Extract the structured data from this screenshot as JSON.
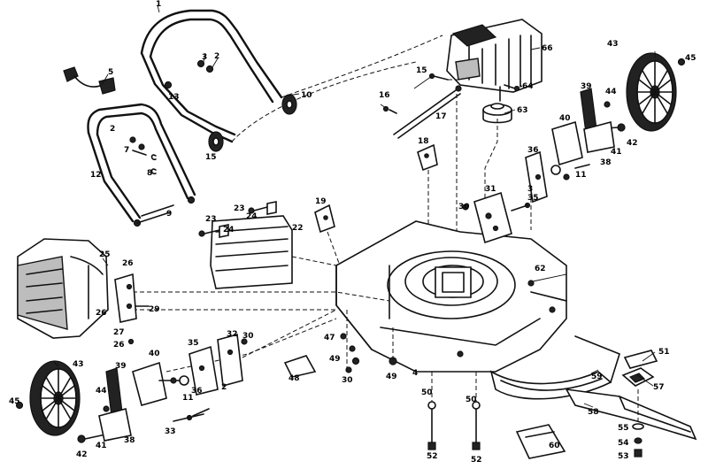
{
  "diagram": {
    "callouts": [
      {
        "id": "c1",
        "label": "1"
      },
      {
        "id": "c2a",
        "label": "2"
      },
      {
        "id": "c3a",
        "label": "3"
      },
      {
        "id": "c5",
        "label": "5"
      },
      {
        "id": "c10",
        "label": "10"
      },
      {
        "id": "c13",
        "label": "13"
      },
      {
        "id": "c15",
        "label": "15"
      },
      {
        "id": "c16",
        "label": "16"
      },
      {
        "id": "c17",
        "label": "17"
      },
      {
        "id": "c18",
        "label": "18"
      },
      {
        "id": "c19",
        "label": "19"
      },
      {
        "id": "c2b",
        "label": "2"
      },
      {
        "id": "c7",
        "label": "7"
      },
      {
        "id": "c8",
        "label": "8"
      },
      {
        "id": "c12",
        "label": "12"
      },
      {
        "id": "c9",
        "label": "9"
      },
      {
        "id": "c22",
        "label": "22"
      },
      {
        "id": "c23a",
        "label": "23"
      },
      {
        "id": "c23b",
        "label": "23"
      },
      {
        "id": "c24a",
        "label": "24"
      },
      {
        "id": "c24b",
        "label": "24"
      },
      {
        "id": "c25",
        "label": "25"
      },
      {
        "id": "c26a",
        "label": "26"
      },
      {
        "id": "c26b",
        "label": "26"
      },
      {
        "id": "c26c",
        "label": "26"
      },
      {
        "id": "c27",
        "label": "27"
      },
      {
        "id": "c29",
        "label": "29"
      },
      {
        "id": "c30a",
        "label": "30"
      },
      {
        "id": "c30b",
        "label": "30"
      },
      {
        "id": "c30c",
        "label": "30"
      },
      {
        "id": "c31",
        "label": "31"
      },
      {
        "id": "c32",
        "label": "32"
      },
      {
        "id": "c33",
        "label": "33"
      },
      {
        "id": "c35a",
        "label": "35"
      },
      {
        "id": "c35b",
        "label": "35"
      },
      {
        "id": "c36a",
        "label": "36"
      },
      {
        "id": "c36b",
        "label": "36"
      },
      {
        "id": "c38a",
        "label": "38"
      },
      {
        "id": "c38b",
        "label": "38"
      },
      {
        "id": "c39a",
        "label": "39"
      },
      {
        "id": "c39b",
        "label": "39"
      },
      {
        "id": "c40a",
        "label": "40"
      },
      {
        "id": "c40b",
        "label": "40"
      },
      {
        "id": "c41a",
        "label": "41"
      },
      {
        "id": "c41b",
        "label": "41"
      },
      {
        "id": "c42a",
        "label": "42"
      },
      {
        "id": "c42b",
        "label": "42"
      },
      {
        "id": "c43a",
        "label": "43"
      },
      {
        "id": "c43b",
        "label": "43"
      },
      {
        "id": "c44a",
        "label": "44"
      },
      {
        "id": "c44b",
        "label": "44"
      },
      {
        "id": "c45a",
        "label": "45"
      },
      {
        "id": "c45b",
        "label": "45"
      },
      {
        "id": "c47",
        "label": "47"
      },
      {
        "id": "c48",
        "label": "48"
      },
      {
        "id": "c49a",
        "label": "49"
      },
      {
        "id": "c49b",
        "label": "49"
      },
      {
        "id": "c4",
        "label": "4"
      },
      {
        "id": "c50a",
        "label": "50"
      },
      {
        "id": "c50b",
        "label": "50"
      },
      {
        "id": "c51",
        "label": "51"
      },
      {
        "id": "c52a",
        "label": "52"
      },
      {
        "id": "c52b",
        "label": "52"
      },
      {
        "id": "c53",
        "label": "53"
      },
      {
        "id": "c54",
        "label": "54"
      },
      {
        "id": "c55",
        "label": "55"
      },
      {
        "id": "c57",
        "label": "57"
      },
      {
        "id": "c58",
        "label": "58"
      },
      {
        "id": "c59",
        "label": "59"
      },
      {
        "id": "c60",
        "label": "60"
      },
      {
        "id": "c62",
        "label": "62"
      },
      {
        "id": "c63",
        "label": "63"
      },
      {
        "id": "c64",
        "label": "64"
      },
      {
        "id": "c66",
        "label": "66"
      },
      {
        "id": "c11a",
        "label": "11"
      },
      {
        "id": "c11b",
        "label": "11"
      },
      {
        "id": "c3b",
        "label": "3"
      },
      {
        "id": "c2c",
        "label": "2"
      },
      {
        "id": "c15b",
        "label": "15"
      }
    ]
  }
}
